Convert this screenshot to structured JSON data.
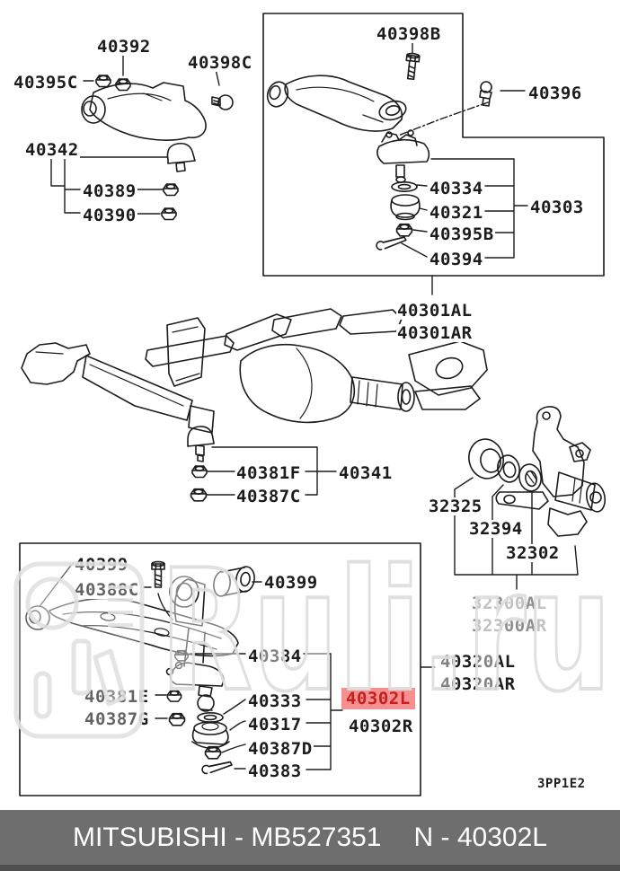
{
  "colors": {
    "line": "#1c1c1c",
    "highlight_bg": "#f69090",
    "highlight_text": "#c21f1f",
    "gray_label": "#8f8f8f",
    "footer_bg": "#6e6e6e",
    "footer_edge": "#4e4e4e",
    "footer_text": "#ffffff",
    "watermark": "#dddddd"
  },
  "watermark": {
    "text": "Ruli.ru"
  },
  "footer": {
    "left": "MITSUBISHI - MB527351",
    "right": "N - 40302L"
  },
  "diagram": {
    "labels": [
      {
        "text": "40392"
      },
      {
        "text": "40398C"
      },
      {
        "text": "40395C"
      },
      {
        "text": "40342"
      },
      {
        "text": "40389"
      },
      {
        "text": "40390"
      },
      {
        "text": "40398B"
      },
      {
        "text": "40396"
      },
      {
        "text": "40334"
      },
      {
        "text": "40321"
      },
      {
        "text": "40395B"
      },
      {
        "text": "40394"
      },
      {
        "text": "40303"
      },
      {
        "text": "40301AL"
      },
      {
        "text": "40301AR"
      },
      {
        "text": "40381F"
      },
      {
        "text": "40387C"
      },
      {
        "text": "40341"
      },
      {
        "text": "32325"
      },
      {
        "text": "32394"
      },
      {
        "text": "32302"
      },
      {
        "text": "32300AL"
      },
      {
        "text": "32300AR"
      },
      {
        "text": "40320AL"
      },
      {
        "text": "40320AR"
      },
      {
        "text": "40399"
      },
      {
        "text": "40388C"
      },
      {
        "text": "40399"
      },
      {
        "text": "40384"
      },
      {
        "text": "40381E"
      },
      {
        "text": "40387G"
      },
      {
        "text": "40333"
      },
      {
        "text": "40317"
      },
      {
        "text": "40387D"
      },
      {
        "text": "40383"
      },
      {
        "text": "40302L"
      },
      {
        "text": "40302R"
      },
      {
        "text": "3PP1E2"
      }
    ]
  }
}
